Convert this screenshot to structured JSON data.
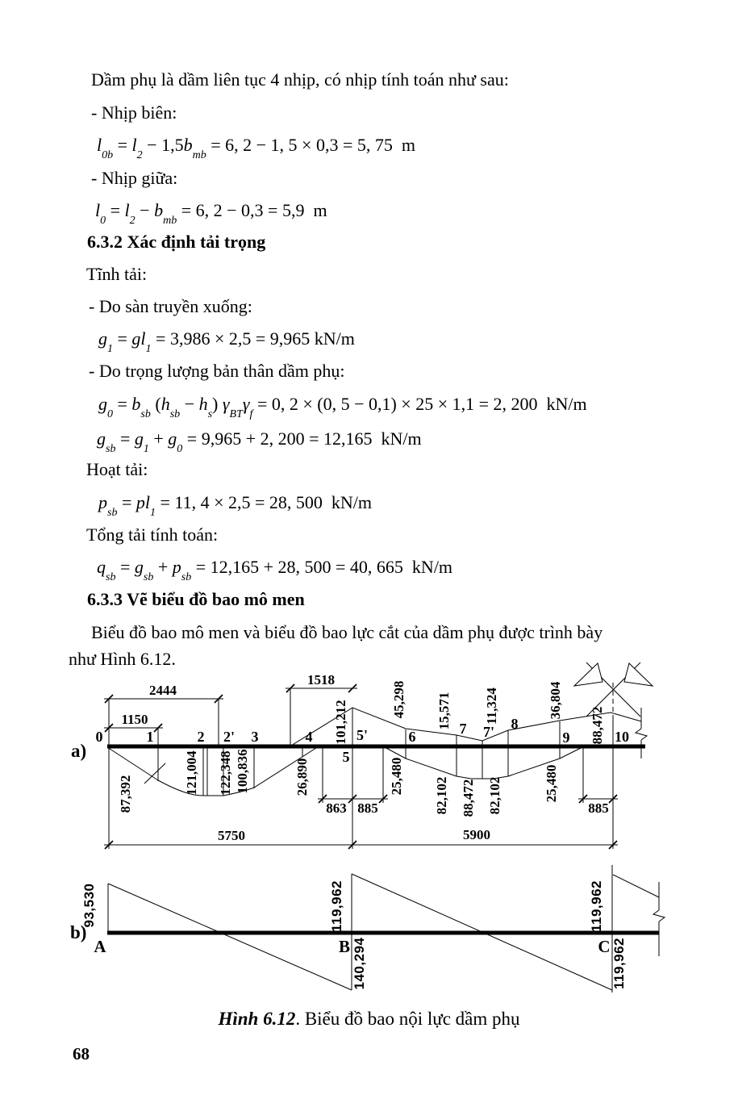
{
  "text": {
    "p1": "Dầm phụ là dầm liên tục 4 nhịp, có nhịp tính toán như sau:",
    "li1": "- Nhịp biên:",
    "li2": "- Nhịp giữa:",
    "h632": "6.3.2 Xác định tải trọng",
    "tinh_tai": "Tĩnh tải:",
    "do_san": "- Do sàn truyền xuống:",
    "do_trong": "- Do trọng lượng bản thân dầm phụ:",
    "hoat_tai": "Hoạt tải:",
    "tong_tai": "Tổng tải tính toán:",
    "h633": "6.3.3 Vẽ biểu đồ bao mô men",
    "p2a": "Biểu đồ bao mô men và biểu đồ bao lực cắt của dầm phụ được trình bày",
    "p2b": "như Hình 6.12.",
    "page_number": "68"
  },
  "formulas": {
    "f1": [
      [
        "i",
        "l"
      ],
      [
        "s",
        "0b"
      ],
      [
        "n",
        " = "
      ],
      [
        "i",
        "l"
      ],
      [
        "s",
        "2"
      ],
      [
        "n",
        " − 1,5"
      ],
      [
        "i",
        "b"
      ],
      [
        "s",
        "mb"
      ],
      [
        "n",
        " = 6, 2 − 1, 5 × 0,3 = 5, 75  m"
      ]
    ],
    "f2": [
      [
        "i",
        "l"
      ],
      [
        "s",
        "0"
      ],
      [
        "n",
        " = "
      ],
      [
        "i",
        "l"
      ],
      [
        "s",
        "2"
      ],
      [
        "n",
        " − "
      ],
      [
        "i",
        "b"
      ],
      [
        "s",
        "mb"
      ],
      [
        "n",
        " = 6, 2 − 0,3 = 5,9  m"
      ]
    ],
    "f3": [
      [
        "i",
        "g"
      ],
      [
        "s",
        "1"
      ],
      [
        "n",
        " = "
      ],
      [
        "i",
        "gl"
      ],
      [
        "s",
        "1"
      ],
      [
        "n",
        " = 3,986 × 2,5 = 9,965 kN/m"
      ]
    ],
    "f4": [
      [
        "i",
        "g"
      ],
      [
        "s",
        "0"
      ],
      [
        "n",
        " = "
      ],
      [
        "i",
        "b"
      ],
      [
        "s",
        "sb"
      ],
      [
        "n",
        " ("
      ],
      [
        "i",
        "h"
      ],
      [
        "s",
        "sb"
      ],
      [
        "n",
        " − "
      ],
      [
        "i",
        "h"
      ],
      [
        "s",
        "s"
      ],
      [
        "n",
        ") "
      ],
      [
        "i",
        "γ"
      ],
      [
        "s",
        "BT"
      ],
      [
        "i",
        "γ"
      ],
      [
        "s",
        "f"
      ],
      [
        "n",
        " = 0, 2 × (0, 5 − 0,1) × 25 × 1,1 = 2, 200  kN/m"
      ]
    ],
    "f5": [
      [
        "i",
        "g"
      ],
      [
        "s",
        "sb"
      ],
      [
        "n",
        " = "
      ],
      [
        "i",
        "g"
      ],
      [
        "s",
        "1"
      ],
      [
        "n",
        " + "
      ],
      [
        "i",
        "g"
      ],
      [
        "s",
        "0"
      ],
      [
        "n",
        " = 9,965 + 2, 200 = 12,165  kN/m"
      ]
    ],
    "f6": [
      [
        "i",
        "p"
      ],
      [
        "s",
        "sb"
      ],
      [
        "n",
        " = "
      ],
      [
        "i",
        "pl"
      ],
      [
        "s",
        "1"
      ],
      [
        "n",
        " = 11, 4 × 2,5 = 28, 500  kN/m"
      ]
    ],
    "f7": [
      [
        "i",
        "q"
      ],
      [
        "s",
        "sb"
      ],
      [
        "n",
        " = "
      ],
      [
        "i",
        "g"
      ],
      [
        "s",
        "sb"
      ],
      [
        "n",
        " + "
      ],
      [
        "i",
        "p"
      ],
      [
        "s",
        "sb"
      ],
      [
        "n",
        " = 12,165 + 28, 500 = 40, 665  kN/m"
      ]
    ]
  },
  "figure": {
    "a": {
      "panel": "a)",
      "nodes": [
        "0",
        "1",
        "2",
        "2'",
        "3",
        "4",
        "5'",
        "5",
        "6",
        "7",
        "7'",
        "8",
        "9",
        "10"
      ],
      "bottom": [
        "87,392",
        "121,004",
        "122,348",
        "100,836",
        "26,890",
        "25,480",
        "82,102",
        "88,472",
        "82,102",
        "25,480"
      ],
      "top": [
        "101,212",
        "45,298",
        "15,571",
        "11,324",
        "36,804",
        "88,472"
      ],
      "dims": [
        "2444",
        "1150",
        "1518",
        "863",
        "885",
        "5750",
        "5900",
        "885"
      ]
    },
    "b": {
      "panel": "b)",
      "supports": [
        "A",
        "B",
        "C"
      ],
      "values": [
        "93,530",
        "119,962",
        "140,294",
        "119,962",
        "119,962"
      ]
    },
    "caption": {
      "bold": "Hình 6.12",
      "rest": ". Biểu đồ bao nội lực dầm phụ"
    }
  }
}
